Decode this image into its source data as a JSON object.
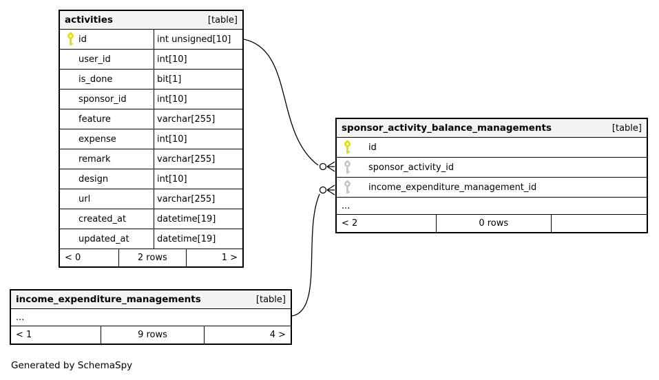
{
  "generated_note": "Generated by SchemaSpy",
  "colors": {
    "header_bg": "#f3f3f3",
    "border": "#000000",
    "primary_key": "#e0e000",
    "foreign_key": "#c4c4c4",
    "background": "#ffffff"
  },
  "tables": {
    "activities": {
      "title": "activities",
      "tag": "[table]",
      "columns": [
        {
          "name": "id",
          "type": "int unsigned[10]",
          "key": "primary"
        },
        {
          "name": "user_id",
          "type": "int[10]",
          "key": "none"
        },
        {
          "name": "is_done",
          "type": "bit[1]",
          "key": "none"
        },
        {
          "name": "sponsor_id",
          "type": "int[10]",
          "key": "none"
        },
        {
          "name": "feature",
          "type": "varchar[255]",
          "key": "none"
        },
        {
          "name": "expense",
          "type": "int[10]",
          "key": "none"
        },
        {
          "name": "remark",
          "type": "varchar[255]",
          "key": "none"
        },
        {
          "name": "design",
          "type": "int[10]",
          "key": "none"
        },
        {
          "name": "url",
          "type": "varchar[255]",
          "key": "none"
        },
        {
          "name": "created_at",
          "type": "datetime[19]",
          "key": "none"
        },
        {
          "name": "updated_at",
          "type": "datetime[19]",
          "key": "none"
        }
      ],
      "footer": {
        "prev": "< 0",
        "rows": "2 rows",
        "next": "1 >"
      }
    },
    "sponsor": {
      "title": "sponsor_activity_balance_managements",
      "tag": "[table]",
      "columns": [
        {
          "name": "id",
          "key": "primary"
        },
        {
          "name": "sponsor_activity_id",
          "key": "foreign"
        },
        {
          "name": "income_expenditure_management_id",
          "key": "foreign"
        }
      ],
      "ellipsis": "...",
      "footer": {
        "prev": "< 2",
        "rows": "0 rows",
        "next": ""
      }
    },
    "income": {
      "title": "income_expenditure_managements",
      "tag": "[table]",
      "ellipsis": "...",
      "footer": {
        "prev": "< 1",
        "rows": "9 rows",
        "next": "4 >"
      }
    }
  },
  "relationships": [
    {
      "from": "activities.id",
      "to": "sponsor_activity_balance_managements.sponsor_activity_id",
      "end_marker": "zero-or-many"
    },
    {
      "from": "income_expenditure_managements",
      "to": "sponsor_activity_balance_managements.income_expenditure_management_id",
      "end_marker": "zero-or-many"
    }
  ]
}
